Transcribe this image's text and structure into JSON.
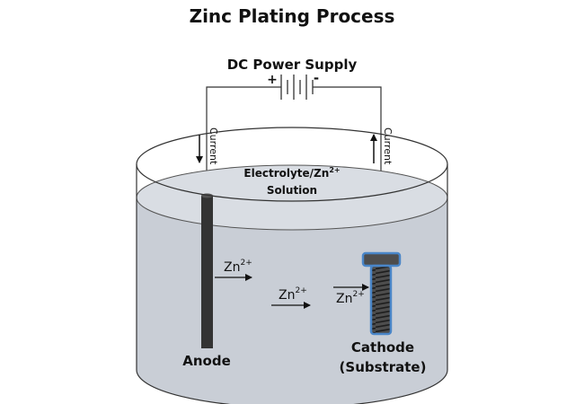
{
  "title": "Zinc Plating Process",
  "power_supply": {
    "label": "DC Power Supply",
    "positive": "+",
    "negative": "-"
  },
  "current": {
    "left_label": "Current",
    "right_label": "Current"
  },
  "electrolyte": {
    "line1": "Electrolyte/Zn",
    "line1_sup": "2+",
    "line2": "Solution"
  },
  "ions": [
    {
      "base": "Zn",
      "sup": "2+"
    },
    {
      "base": "Zn",
      "sup": "2+"
    },
    {
      "base": "Zn",
      "sup": "2+"
    }
  ],
  "anode": {
    "label": "Anode"
  },
  "cathode": {
    "label": "Cathode",
    "sublabel": "(Substrate)"
  },
  "colors": {
    "solution": "#c9ced6",
    "solution_surface": "#d9dde3",
    "rod": "#333333",
    "bolt_outline": "#4a86c8",
    "bolt_fill": "#4d4d4d"
  }
}
